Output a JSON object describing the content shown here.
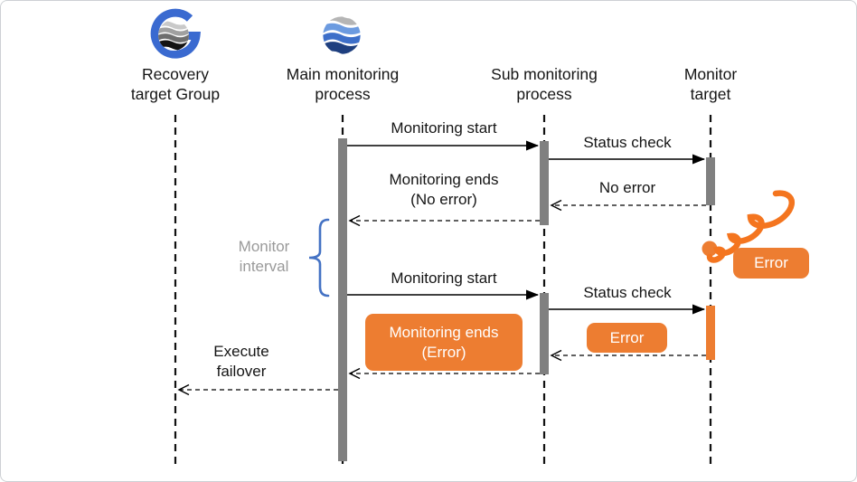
{
  "diagram": {
    "type": "sequence-diagram",
    "actors": [
      {
        "label": "Recovery\ntarget Group",
        "icon": "globe-g-icon"
      },
      {
        "label": "Main monitoring\nprocess",
        "icon": "wave-sphere-icon"
      },
      {
        "label": "Sub monitoring\nprocess",
        "icon": null
      },
      {
        "label": "Monitor\ntarget",
        "icon": null
      }
    ],
    "messages": [
      {
        "label": "Monitoring start",
        "from": "Main monitoring process",
        "to": "Sub monitoring process",
        "style": "solid"
      },
      {
        "label": "Status check",
        "from": "Sub monitoring process",
        "to": "Monitor target",
        "style": "solid"
      },
      {
        "label": "No error",
        "from": "Monitor target",
        "to": "Sub monitoring process",
        "style": "dashed"
      },
      {
        "label": "Monitoring ends\n(No error)",
        "from": "Sub monitoring process",
        "to": "Main monitoring process",
        "style": "dashed"
      },
      {
        "label": "Monitoring start",
        "from": "Main monitoring process",
        "to": "Sub monitoring process",
        "style": "solid"
      },
      {
        "label": "Status check",
        "from": "Sub monitoring process",
        "to": "Monitor target",
        "style": "solid"
      },
      {
        "label": "Error",
        "from": "Monitor target",
        "to": "Sub monitoring process",
        "style": "dashed"
      },
      {
        "label": "Monitoring ends\n(Error)",
        "from": "Sub monitoring process",
        "to": "Main monitoring process",
        "style": "dashed"
      },
      {
        "label": "Execute\nfailover",
        "from": "Main monitoring process",
        "to": "Recovery target Group",
        "style": "dashed"
      }
    ],
    "annotations": {
      "monitor_interval": "Monitor\ninterval",
      "error_state": "Error"
    },
    "colors": {
      "accent_orange": "#ED7D31",
      "spring_orange": "#F4751F",
      "activation_gray": "#808080",
      "brace_blue": "#4472C4",
      "interval_text_gray": "#9A9A9A"
    }
  }
}
